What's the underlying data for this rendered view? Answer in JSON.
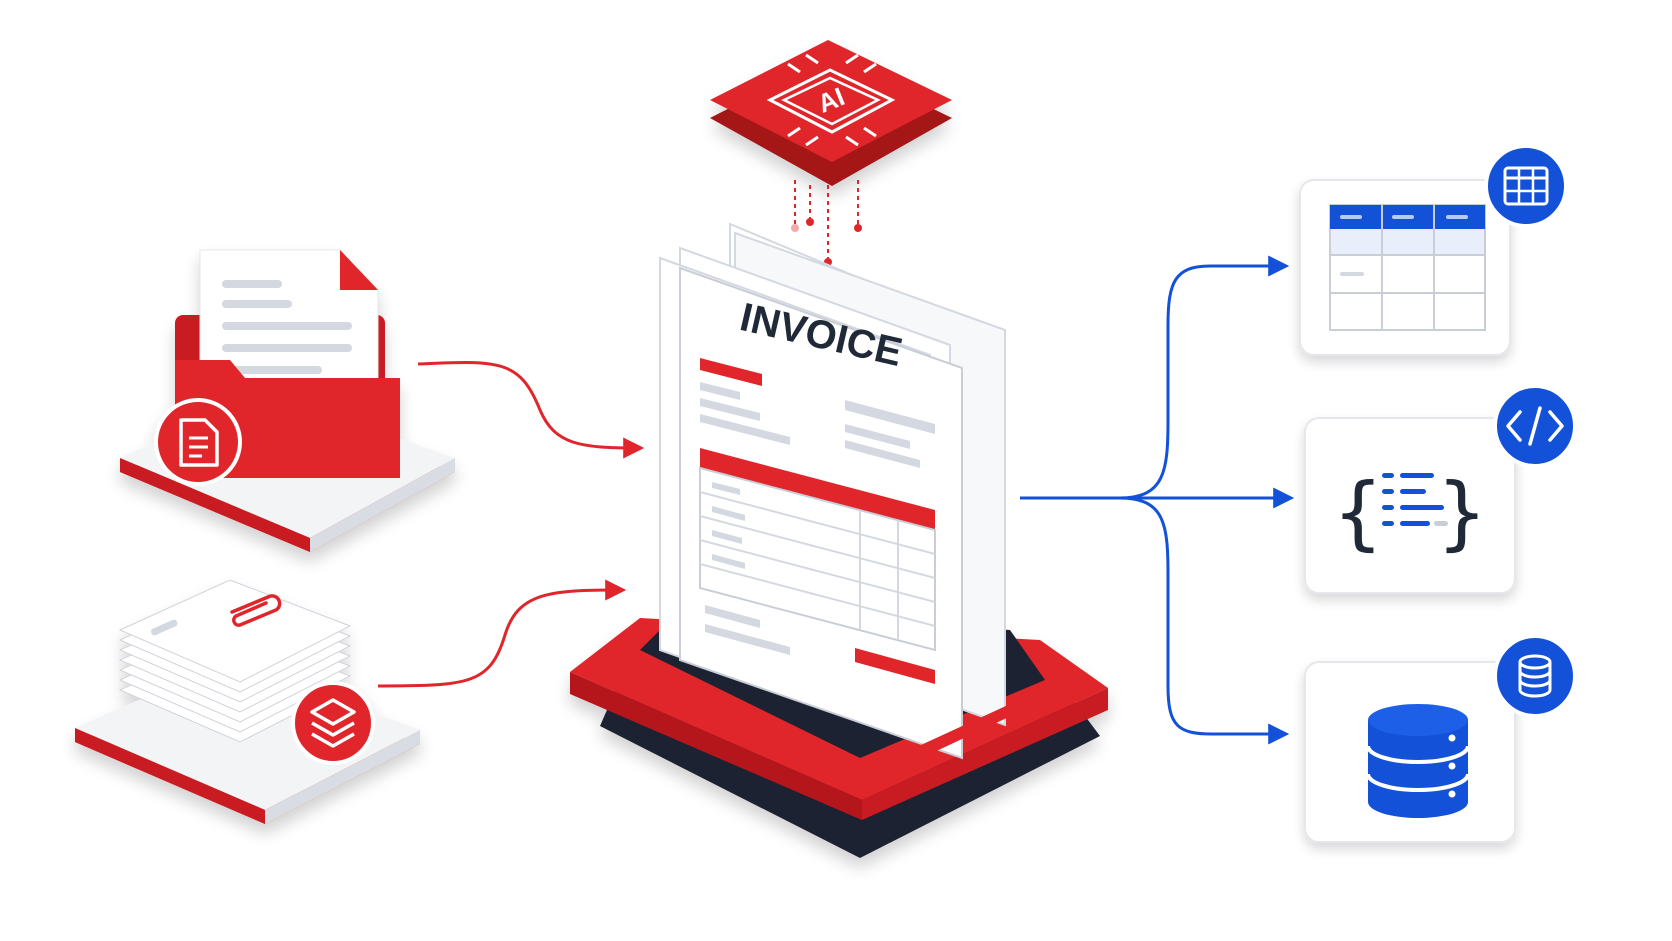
{
  "colors": {
    "brand_red": "#e0262b",
    "dark_red": "#b5161b",
    "accent_blue": "#1351d8",
    "ink": "#1f2937",
    "paper": "#ffffff",
    "line_gray": "#d4d8e0"
  },
  "diagram": {
    "ai_chip": {
      "label": "AI",
      "icon": "ai-chip-icon"
    },
    "invoice": {
      "title": "INVOICE"
    },
    "inputs": [
      {
        "id": "folder",
        "icon": "document-icon"
      },
      {
        "id": "paper-stack",
        "icon": "layers-icon"
      }
    ],
    "outputs": [
      {
        "id": "spreadsheet",
        "icon": "table-icon"
      },
      {
        "id": "json",
        "icon": "code-icon"
      },
      {
        "id": "database",
        "icon": "database-icon"
      }
    ]
  }
}
